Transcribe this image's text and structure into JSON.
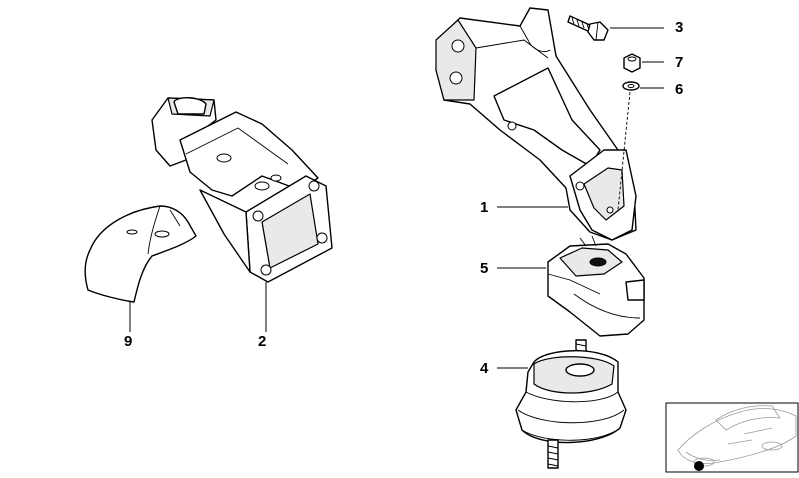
{
  "callouts": {
    "c1": "1",
    "c2": "2",
    "c3": "3",
    "c4": "4",
    "c5": "5",
    "c6": "6",
    "c7": "7",
    "c9": "9"
  },
  "icons": {
    "vehicle_thumbnail": "car-thumbnail-icon",
    "location_dot": "location-dot-icon"
  },
  "colors": {
    "line": "#000000",
    "background": "#ffffff",
    "thumbnail_line": "#9a9a9a"
  }
}
